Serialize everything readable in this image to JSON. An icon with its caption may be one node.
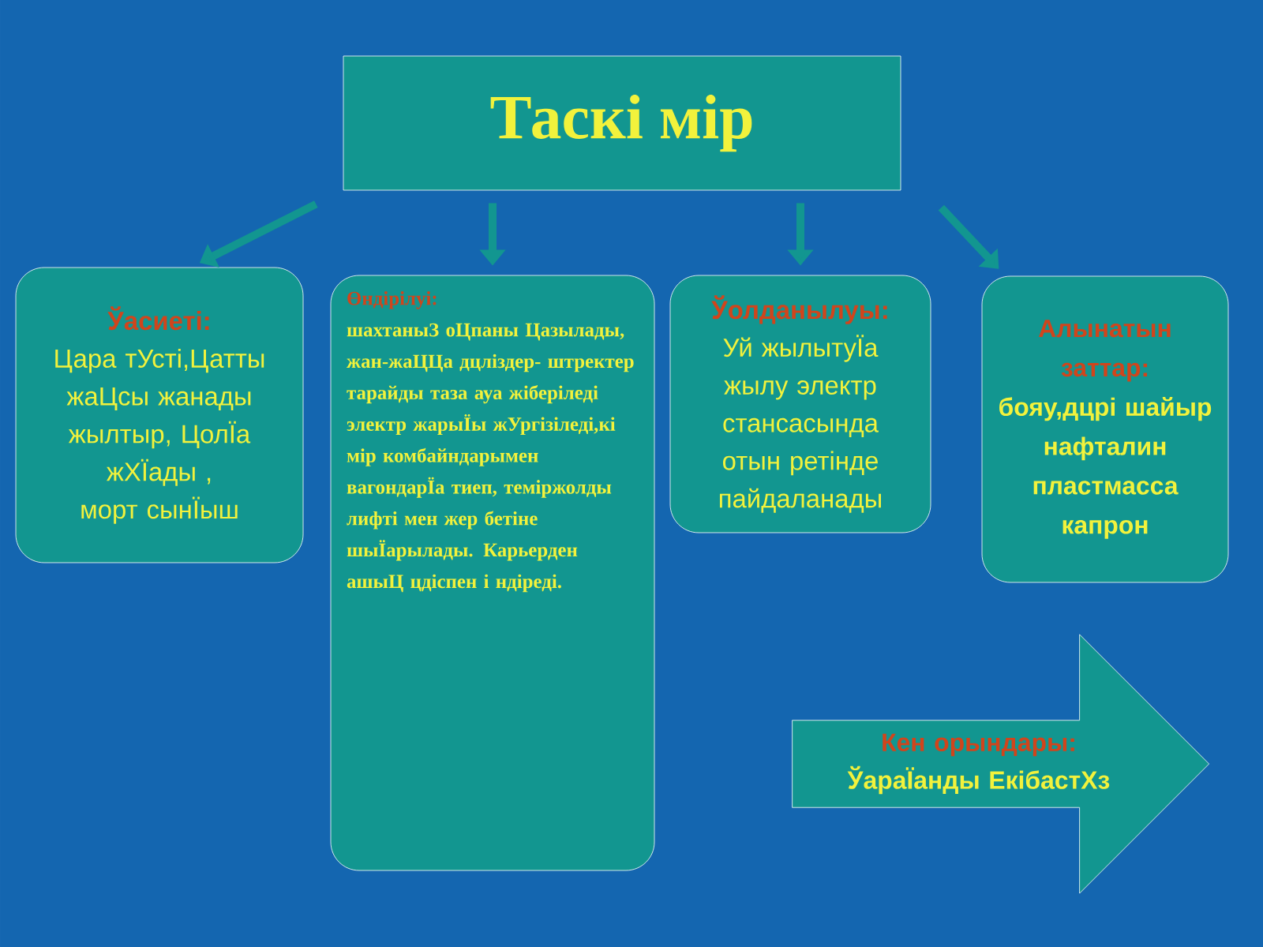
{
  "diagram": {
    "nodes": [
      {
        "text": [
          "Таскі мір"
        ]
      },
      {
        "text": [
          "Ўасиеті:",
          "Цара тУсті,Цатты жаЦсы жанады жылтыр, ЦолЇа жХЇады , морт сынЇыш"
        ]
      },
      {
        "text": [
          "Өндірілуі:",
          "шахтаныЗ оЦпаны Цазылады, жан-жаЦЦа дцліздер- штректер тарайды таза ауа жіберіледі электр жарыЇы жУргізіледі,кі мір комбайндарымен вагондарЇа тиеп, теміржолды лифті мен жер бетіне шыЇарылады. Карьерден ашыЦ цдіспен і ндіреді."
        ]
      },
      {
        "text": [
          "Ўолданылуы:",
          "Уй жылытуЇа жылу электр стансасында отын ретінде пайдаланады"
        ]
      },
      {
        "text": [
          "Алынатын заттар:",
          "бояу,дцрі шайыр нафталин пластмасса капрон"
        ]
      },
      {
        "text": [
          "Кен орындары:",
          "ЎараЇанды ЕкібастХз"
        ]
      }
    ],
    "edges": [
      {
        "from": 0,
        "to": 1,
        "arrow": "to"
      },
      {
        "from": 0,
        "to": 2,
        "arrow": "to"
      },
      {
        "from": 0,
        "to": 3,
        "arrow": "to"
      },
      {
        "from": 0,
        "to": 4,
        "arrow": "to"
      }
    ]
  }
}
